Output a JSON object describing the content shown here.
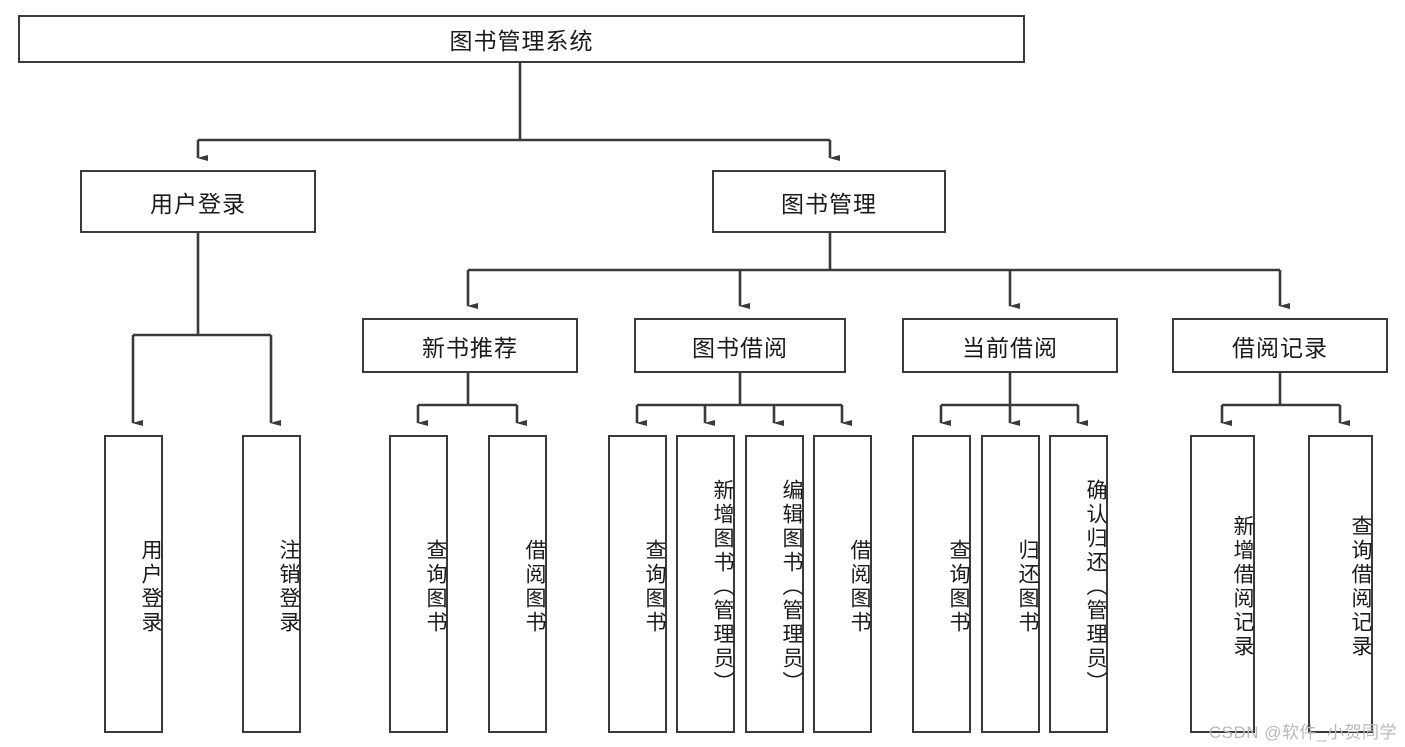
{
  "diagram": {
    "type": "tree-hierarchy",
    "title": "图书管理系统",
    "watermark": "CSDN @软件_小贺同学",
    "colors": {
      "box_border": "#3a3a3a",
      "box_fill": "#ffffff",
      "line": "#3a3a3a",
      "text": "#1b1b1b",
      "watermark": "#b9b9b9"
    },
    "nodes": {
      "root": {
        "label": "图书管理系统",
        "orientation": "horizontal"
      },
      "level2": [
        {
          "id": "user-login",
          "label": "用户登录",
          "orientation": "horizontal"
        },
        {
          "id": "book-manage",
          "label": "图书管理",
          "orientation": "horizontal"
        }
      ],
      "level3": [
        {
          "id": "new-book-rec",
          "label": "新书推荐",
          "orientation": "horizontal"
        },
        {
          "id": "book-borrow",
          "label": "图书借阅",
          "orientation": "horizontal"
        },
        {
          "id": "current-borrow",
          "label": "当前借阅",
          "orientation": "horizontal"
        },
        {
          "id": "borrow-record",
          "label": "借阅记录",
          "orientation": "horizontal"
        }
      ],
      "leaves": [
        {
          "id": "leaf-user-login",
          "label": "用户登录",
          "parent": "user-login",
          "orientation": "vertical"
        },
        {
          "id": "leaf-logout",
          "label": "注销登录",
          "parent": "user-login",
          "orientation": "vertical"
        },
        {
          "id": "leaf-query-book-1",
          "label": "查询图书",
          "parent": "new-book-rec",
          "orientation": "vertical"
        },
        {
          "id": "leaf-borrow-book-1",
          "label": "借阅图书",
          "parent": "new-book-rec",
          "orientation": "vertical"
        },
        {
          "id": "leaf-query-book-2",
          "label": "查询图书",
          "parent": "book-borrow",
          "orientation": "vertical"
        },
        {
          "id": "leaf-add-book",
          "label": "新增图书（管理员）",
          "parent": "book-borrow",
          "orientation": "vertical"
        },
        {
          "id": "leaf-edit-book",
          "label": "编辑图书（管理员）",
          "parent": "book-borrow",
          "orientation": "vertical"
        },
        {
          "id": "leaf-borrow-book-2",
          "label": "借阅图书",
          "parent": "book-borrow",
          "orientation": "vertical"
        },
        {
          "id": "leaf-query-book-3",
          "label": "查询图书",
          "parent": "current-borrow",
          "orientation": "vertical"
        },
        {
          "id": "leaf-return-book",
          "label": "归还图书",
          "parent": "current-borrow",
          "orientation": "vertical"
        },
        {
          "id": "leaf-confirm-return",
          "label": "确认归还（管理员）",
          "parent": "current-borrow",
          "orientation": "vertical"
        },
        {
          "id": "leaf-add-record",
          "label": "新增借阅记录",
          "parent": "borrow-record",
          "orientation": "vertical"
        },
        {
          "id": "leaf-query-record",
          "label": "查询借阅记录",
          "parent": "borrow-record",
          "orientation": "vertical"
        }
      ]
    }
  }
}
